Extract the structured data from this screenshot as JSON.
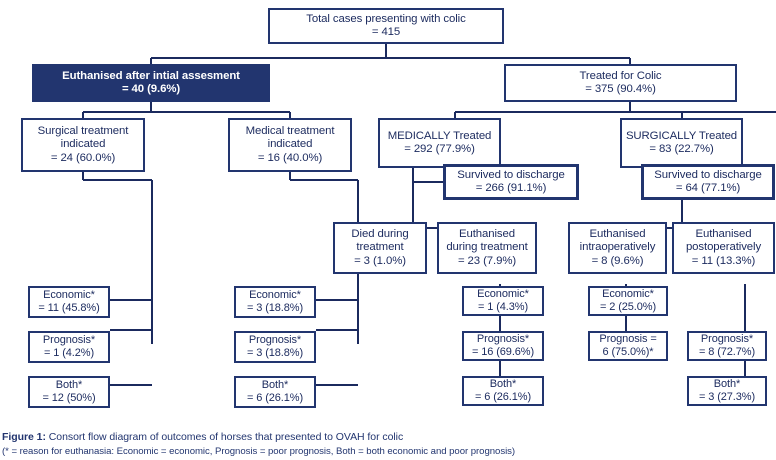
{
  "figure": {
    "caption_label": "Figure 1:",
    "caption_text": " Consort flow diagram of outcomes of horses that presented to OVAH for colic",
    "caption_note": "(* = reason for euthanasia: Economic = economic, Prognosis = poor prognosis, Both = both economic and poor prognosis)"
  },
  "colors": {
    "navy": "#22356f",
    "text": "#1b2a5e",
    "white": "#ffffff"
  },
  "nodes": {
    "total": {
      "line1": "Total cases presenting with colic",
      "line2": "= 415"
    },
    "euth_initial": {
      "line1": "Euthanised after intial assesment",
      "line2": "= 40 (9.6%)"
    },
    "treated": {
      "line1": "Treated for Colic",
      "line2": "= 375 (90.4%)"
    },
    "surgical_indicated": {
      "line1": "Surgical treatment",
      "line2": "indicated",
      "line3": "= 24 (60.0%)"
    },
    "medical_indicated": {
      "line1": "Medical treatment",
      "line2": "indicated",
      "line3": "= 16 (40.0%)"
    },
    "medically_treated": {
      "line1": "MEDICALLY Treated",
      "line2": "= 292 (77.9%)"
    },
    "surgically_treated": {
      "line1": "SURGICALLY Treated",
      "line2": "= 83 (22.7%)"
    },
    "survived_med": {
      "line1": "Survived to discharge",
      "line2": "= 266 (91.1%)"
    },
    "survived_surg": {
      "line1": "Survived to discharge",
      "line2": "= 64 (77.1%)"
    },
    "died_treatment": {
      "line1": "Died during",
      "line2": "treatment",
      "line3": "= 3 (1.0%)"
    },
    "euth_treatment": {
      "line1": "Euthanised",
      "line2": "during treatment",
      "line3": "= 23 (7.9%)"
    },
    "euth_intraop": {
      "line1": "Euthanised",
      "line2": "intraoperatively",
      "line3": "= 8 (9.6%)"
    },
    "euth_postop": {
      "line1": "Euthanised",
      "line2": "postoperatively",
      "line3": "= 11 (13.3%)"
    },
    "g1_economic": {
      "line1": "Economic*",
      "line2": "= 11 (45.8%)"
    },
    "g1_prognosis": {
      "line1": "Prognosis*",
      "line2": "= 1 (4.2%)"
    },
    "g1_both": {
      "line1": "Both*",
      "line2": "= 12 (50%)"
    },
    "g2_economic": {
      "line1": "Economic*",
      "line2": "= 3 (18.8%)"
    },
    "g2_prognosis": {
      "line1": "Prognosis*",
      "line2": "= 3 (18.8%)"
    },
    "g2_both": {
      "line1": "Both*",
      "line2": "= 6 (26.1%)"
    },
    "g3_economic": {
      "line1": "Economic*",
      "line2": "= 1 (4.3%)"
    },
    "g3_prognosis": {
      "line1": "Prognosis*",
      "line2": "= 16 (69.6%)"
    },
    "g3_both": {
      "line1": "Both*",
      "line2": "= 6 (26.1%)"
    },
    "g4_economic": {
      "line1": "Economic*",
      "line2": "= 2 (25.0%)"
    },
    "g4_prognosis": {
      "line1": "Prognosis =",
      "line2": "6 (75.0%)*"
    },
    "g5_prognosis": {
      "line1": "Prognosis*",
      "line2": "= 8 (72.7%)"
    },
    "g5_both": {
      "line1": "Both*",
      "line2": "= 3 (27.3%)"
    }
  }
}
